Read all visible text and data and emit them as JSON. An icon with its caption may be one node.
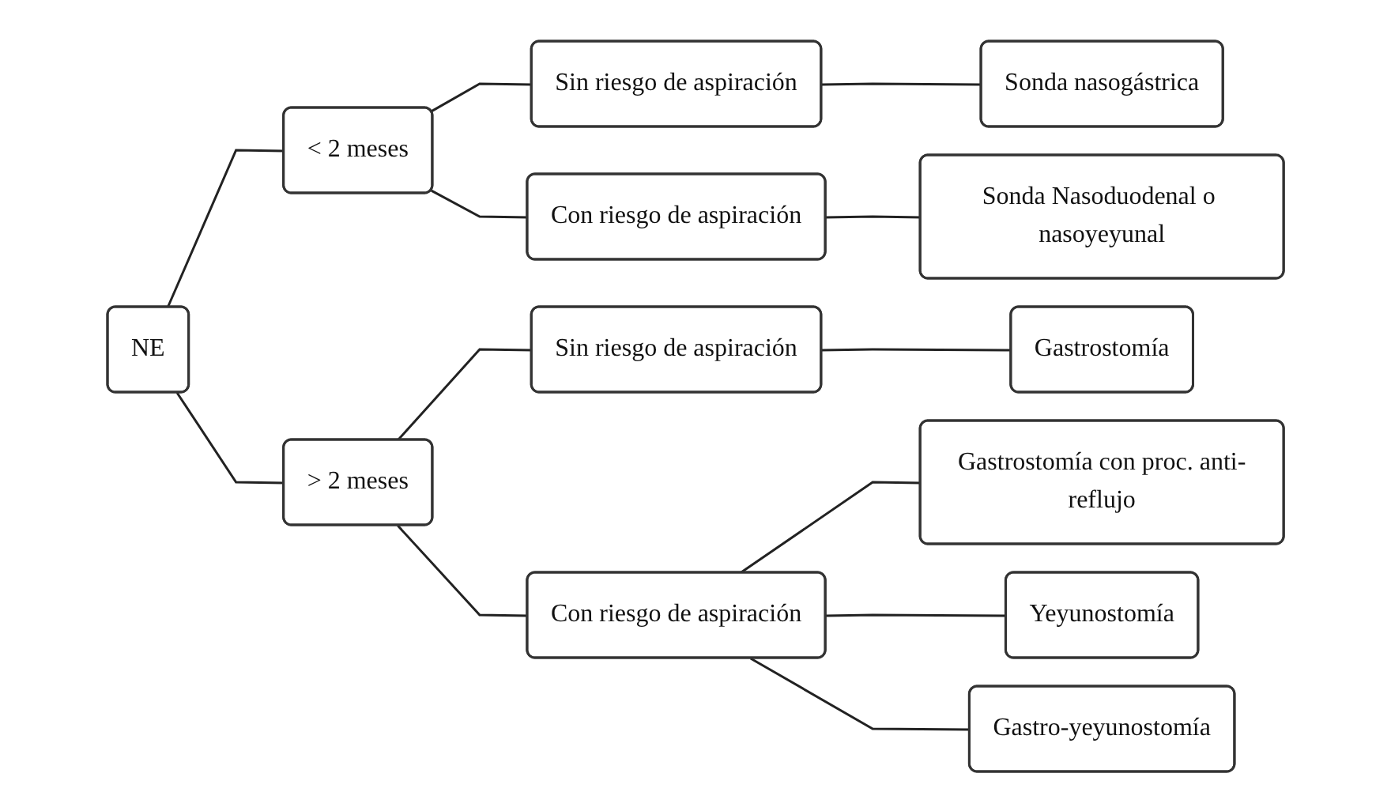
{
  "diagram": {
    "nodes": [
      {
        "text": [
          "NE"
        ]
      },
      {
        "text": [
          "< 2 meses"
        ]
      },
      {
        "text": [
          "> 2 meses"
        ]
      },
      {
        "text": [
          "Sin riesgo de aspiración"
        ]
      },
      {
        "text": [
          "Con riesgo de aspiración"
        ]
      },
      {
        "text": [
          "Sin riesgo de aspiración"
        ]
      },
      {
        "text": [
          "Con riesgo de aspiración"
        ]
      },
      {
        "text": [
          "Sonda nasogástrica"
        ]
      },
      {
        "text": [
          "Sonda Nasoduodenal o nasoyeyunal"
        ]
      },
      {
        "text": [
          "Gastrostomía"
        ]
      },
      {
        "text": [
          "Gastrostomía con proc. anti-reflujo"
        ]
      },
      {
        "text": [
          "Yeyunostomía"
        ]
      },
      {
        "text": [
          "Gastro-yeyunostomía"
        ]
      }
    ],
    "edges": [
      {
        "from": 0,
        "to": 1,
        "arrow": "none"
      },
      {
        "from": 0,
        "to": 2,
        "arrow": "none"
      },
      {
        "from": 1,
        "to": 3,
        "arrow": "none"
      },
      {
        "from": 1,
        "to": 4,
        "arrow": "none"
      },
      {
        "from": 2,
        "to": 5,
        "arrow": "none"
      },
      {
        "from": 2,
        "to": 6,
        "arrow": "none"
      },
      {
        "from": 3,
        "to": 7,
        "arrow": "none"
      },
      {
        "from": 4,
        "to": 8,
        "arrow": "none"
      },
      {
        "from": 5,
        "to": 9,
        "arrow": "none"
      },
      {
        "from": 6,
        "to": 10,
        "arrow": "none"
      },
      {
        "from": 6,
        "to": 11,
        "arrow": "none"
      },
      {
        "from": 6,
        "to": 12,
        "arrow": "none"
      }
    ]
  }
}
